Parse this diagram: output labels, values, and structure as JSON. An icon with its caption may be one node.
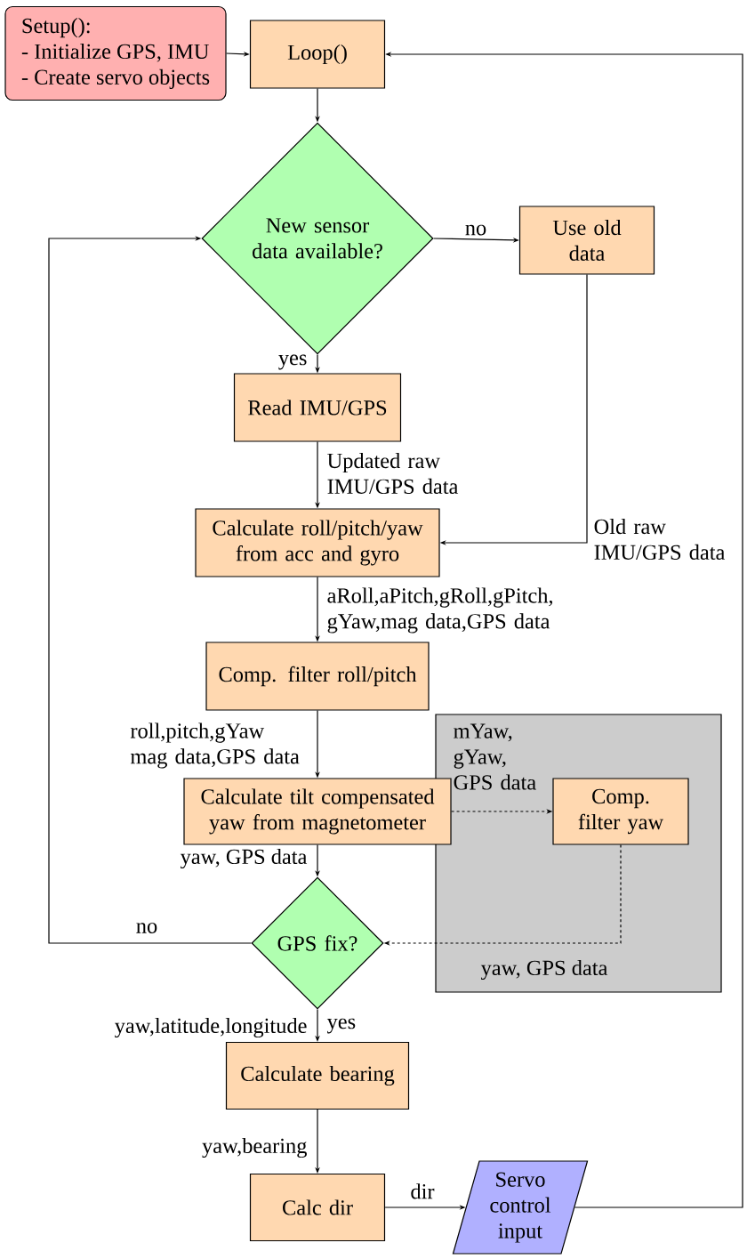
{
  "diagram": {
    "nodes": [
      {
        "text": [
          "Setup():",
          "- Initialize GPS, IMU",
          "- Create servo objects"
        ]
      },
      {
        "text": [
          "Loop()"
        ]
      },
      {
        "text": [
          "New sensor data available?"
        ]
      },
      {
        "text": [
          "Use old data"
        ]
      },
      {
        "text": [
          "Read IMU/GPS"
        ]
      },
      {
        "text": [
          "Calculate roll/pitch/yaw from acc and gyro"
        ]
      },
      {
        "text": [
          "Comp. filter roll/pitch"
        ]
      },
      {
        "text": [],
        "shape": "box"
      },
      {
        "text": [
          "Calculate tilt compensated yaw from magnetometer"
        ]
      },
      {
        "text": [
          "Comp. filter yaw"
        ],
        "in": 7
      },
      {
        "text": [
          "GPS fix?"
        ]
      },
      {
        "text": [
          "Calculate bearing"
        ]
      },
      {
        "text": [
          "Calc dir"
        ]
      },
      {
        "text": [
          "Servo control input"
        ]
      }
    ],
    "edges": [
      {
        "from": 0,
        "to": 1,
        "arrow": "to"
      },
      {
        "from": 1,
        "to": 2,
        "arrow": "to"
      },
      {
        "from": 2,
        "to": 3,
        "arrow": "to",
        "label": "no"
      },
      {
        "from": 2,
        "to": 4,
        "arrow": "to",
        "label": "yes"
      },
      {
        "from": 4,
        "to": 5,
        "arrow": "to",
        "label": "Updated raw IMU/GPS data"
      },
      {
        "from": 3,
        "to": 5,
        "arrow": "to",
        "label": "Old raw IMU/GPS data"
      },
      {
        "from": 5,
        "to": 6,
        "arrow": "to",
        "label": "aRoll,aPitch,gRoll,gPitch, gYaw,mag data,GPS data"
      },
      {
        "from": 6,
        "to": 8,
        "arrow": "to",
        "label": "roll,pitch,gYaw mag data,GPS data"
      },
      {
        "from": 8,
        "to": 9,
        "arrow": "to",
        "label": "mYaw, gYaw, GPS data",
        "style": "dashed"
      },
      {
        "from": 8,
        "to": 10,
        "arrow": "to",
        "label": "yaw, GPS data"
      },
      {
        "from": 9,
        "to": 10,
        "arrow": "to",
        "label": "yaw, GPS data",
        "style": "dashed"
      },
      {
        "from": 10,
        "to": 2,
        "arrow": "to",
        "label": "no"
      },
      {
        "from": 10,
        "to": 11,
        "arrow": "to",
        "label": "yes"
      },
      {
        "from": 11,
        "to": 12,
        "arrow": "to",
        "label": "yaw,bearing"
      },
      {
        "from": 12,
        "to": 13,
        "arrow": "to",
        "label": "dir"
      },
      {
        "from": 13,
        "to": 1,
        "arrow": "to"
      }
    ],
    "labels": [
      "yaw,latitude,longitude"
    ]
  }
}
